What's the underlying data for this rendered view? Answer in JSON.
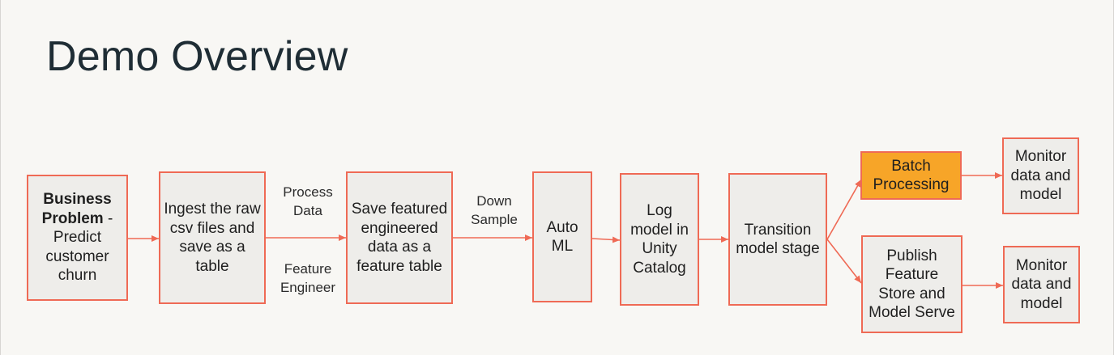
{
  "title": "Demo Overview",
  "colors": {
    "background": "#f8f7f4",
    "box_fill": "#eeedea",
    "box_border": "#ef6a55",
    "arrow": "#ef6a55",
    "highlight": "#f7a528"
  },
  "nodes": {
    "business_problem": {
      "bold": "Business Problem",
      "rest": " - Predict customer churn"
    },
    "ingest": "Ingest the raw csv files and save as a table",
    "save_features": "Save featured engineered data as a feature table",
    "automl": "Auto ML",
    "log_model": "Log model in Unity Catalog",
    "transition": "Transition model stage",
    "batch": "Batch Processing",
    "publish": "Publish Feature Store and Model Serve",
    "monitor_top": "Monitor data and model",
    "monitor_bottom": "Monitor data and model"
  },
  "edge_labels": {
    "process_data": "Process Data",
    "feature_engineer": "Feature Engineer",
    "down_sample": "Down Sample"
  }
}
